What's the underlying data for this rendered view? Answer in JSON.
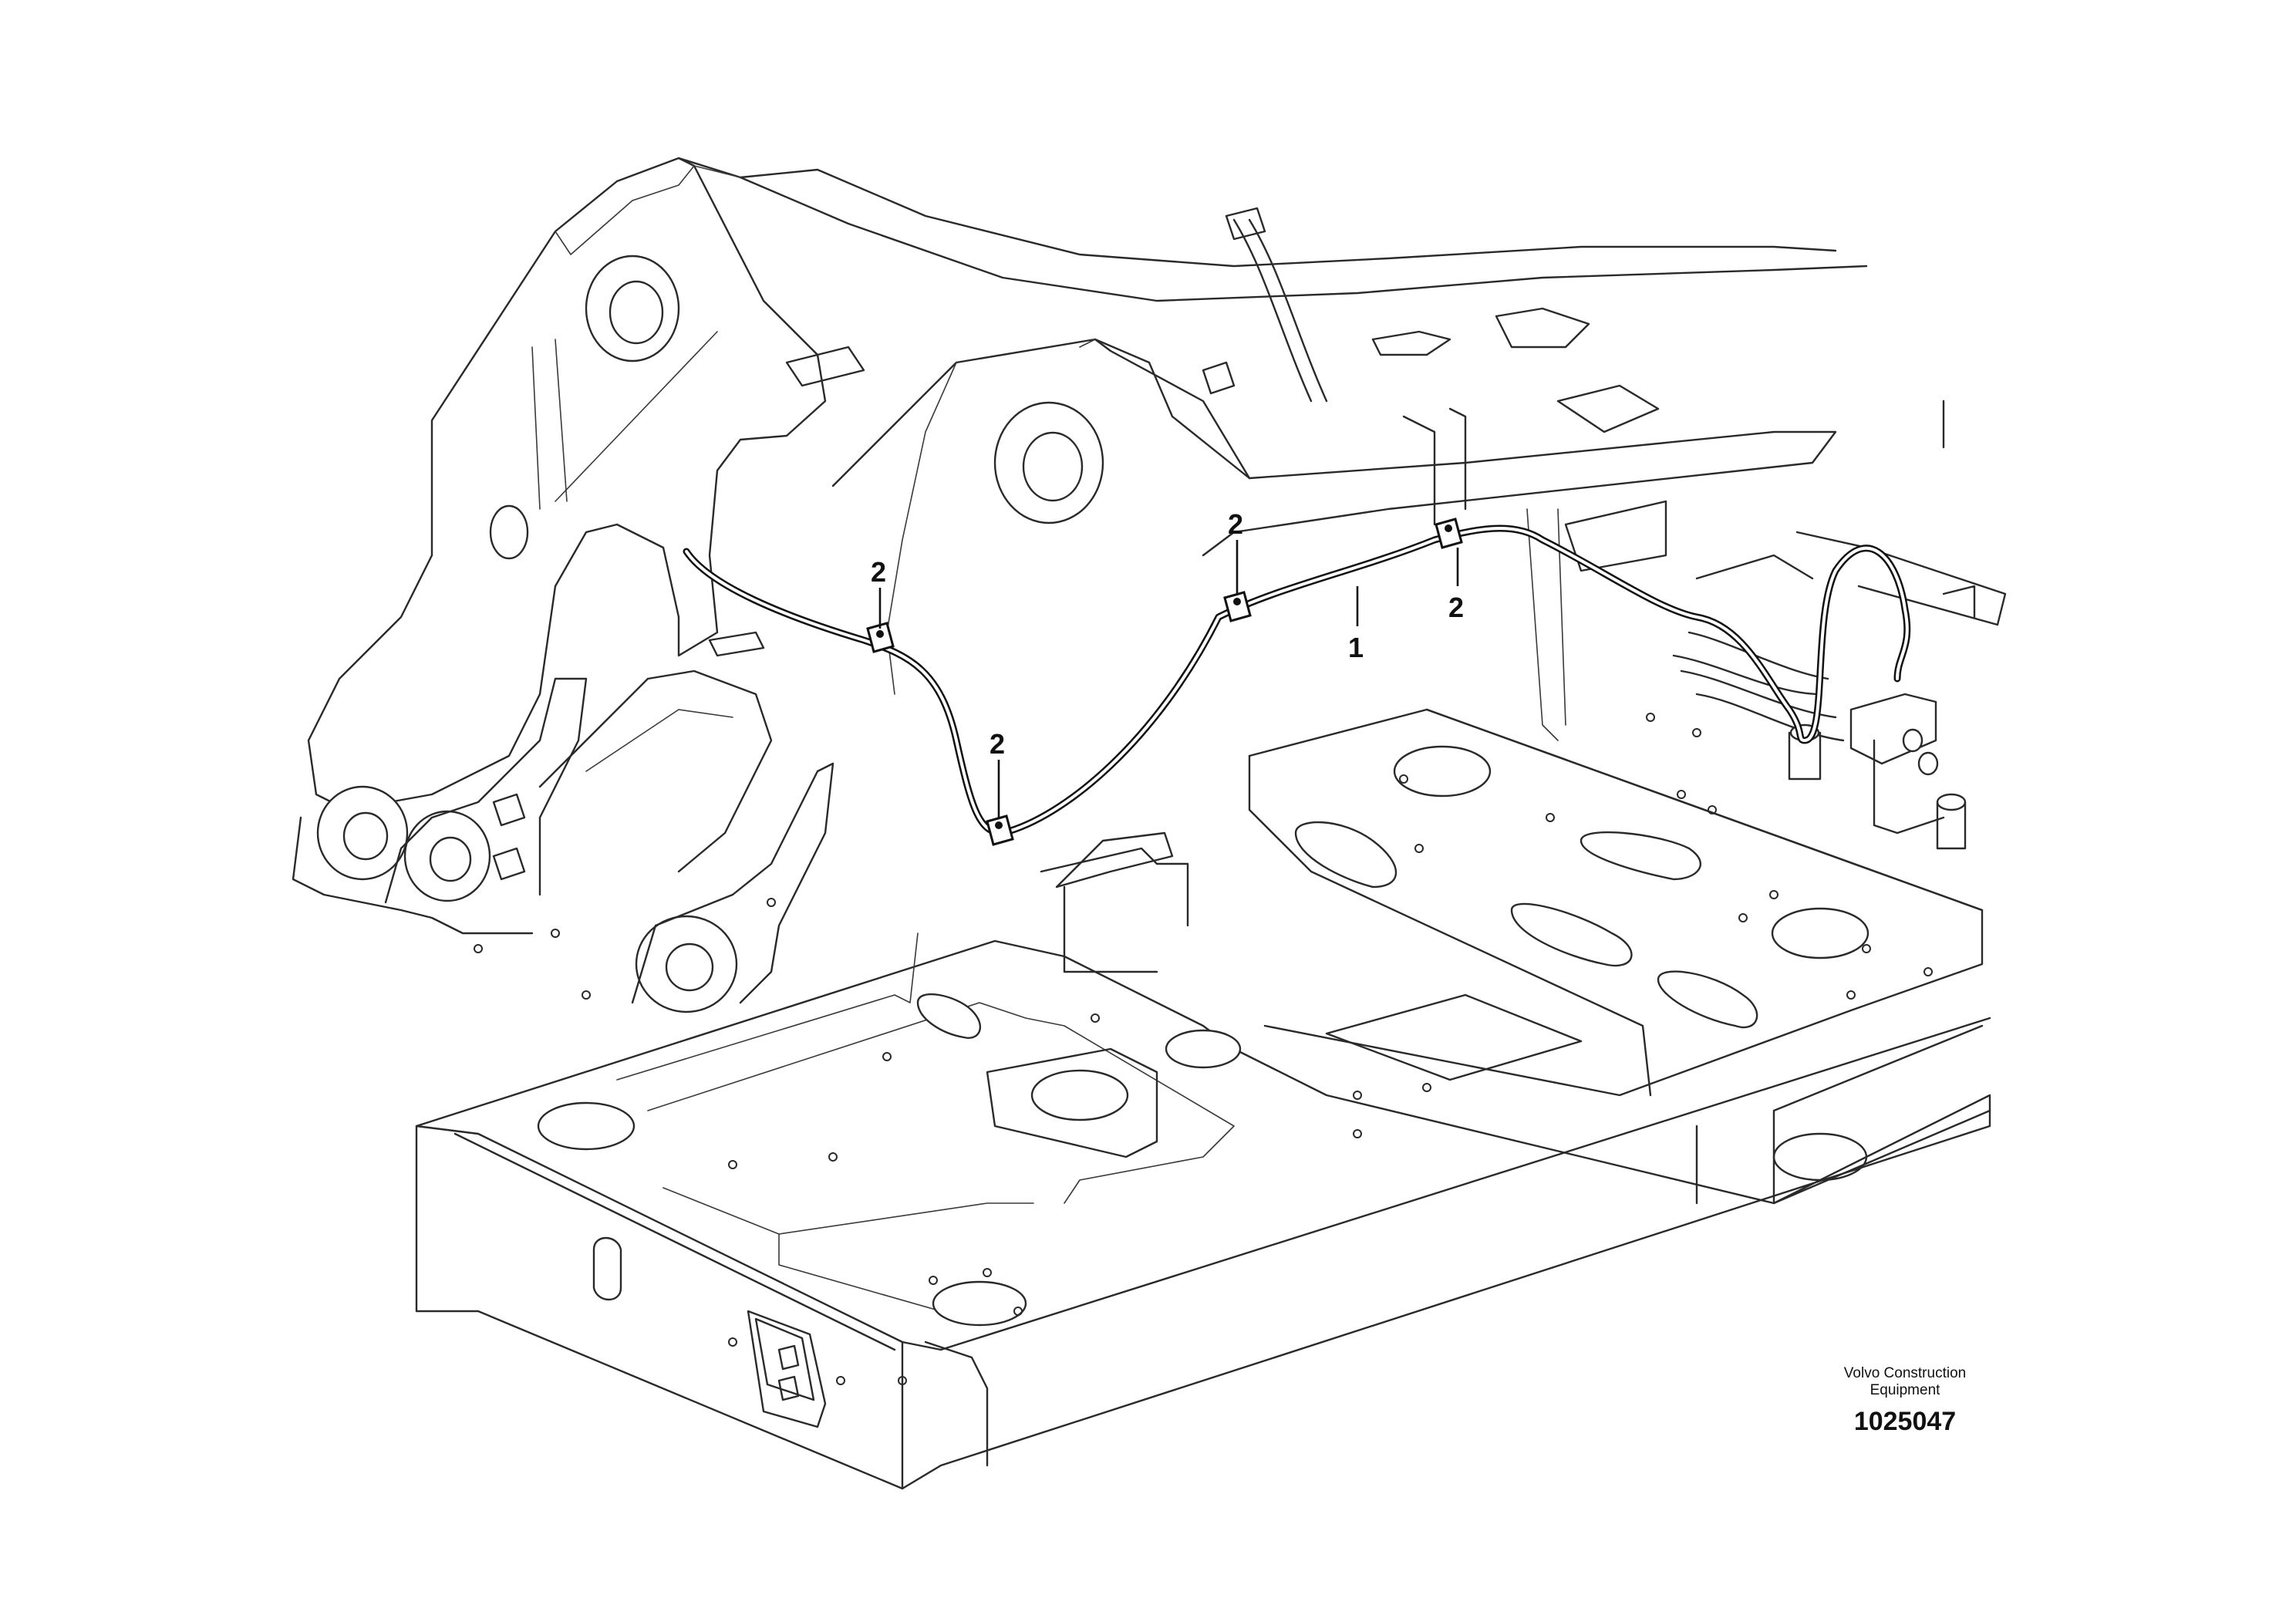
{
  "diagram": {
    "callouts": [
      {
        "id": "callout-2-a",
        "label": "2"
      },
      {
        "id": "callout-2-b",
        "label": "2"
      },
      {
        "id": "callout-2-c",
        "label": "2"
      },
      {
        "id": "callout-2-d",
        "label": "2"
      },
      {
        "id": "callout-1",
        "label": "1"
      }
    ]
  },
  "caption": {
    "line1": "Volvo Construction",
    "line2": "Equipment",
    "drawing_number": "1025047"
  }
}
